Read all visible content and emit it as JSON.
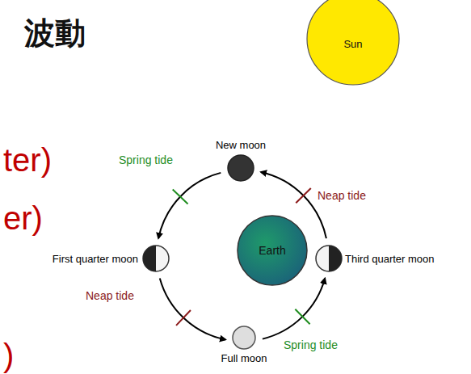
{
  "diagram": {
    "nodes": [
      {
        "text": [
          "Sun"
        ]
      },
      {
        "text": [
          "New moon"
        ]
      },
      {
        "text": [
          "First quarter moon"
        ]
      },
      {
        "text": [
          "Earth"
        ]
      },
      {
        "text": [
          "Third quarter moon"
        ]
      },
      {
        "text": [
          "Full moon"
        ]
      }
    ],
    "edges": [
      {
        "from": 1,
        "to": 2,
        "arrow": "to",
        "label": "Spring tide"
      },
      {
        "from": 2,
        "to": 5,
        "arrow": "to",
        "label": "Neap tide"
      },
      {
        "from": 5,
        "to": 4,
        "arrow": "to",
        "label": "Spring tide"
      },
      {
        "from": 4,
        "to": 1,
        "arrow": "to",
        "label": "Neap tide"
      }
    ],
    "labels": [
      "波動",
      "ter)",
      "er)",
      ")"
    ]
  }
}
